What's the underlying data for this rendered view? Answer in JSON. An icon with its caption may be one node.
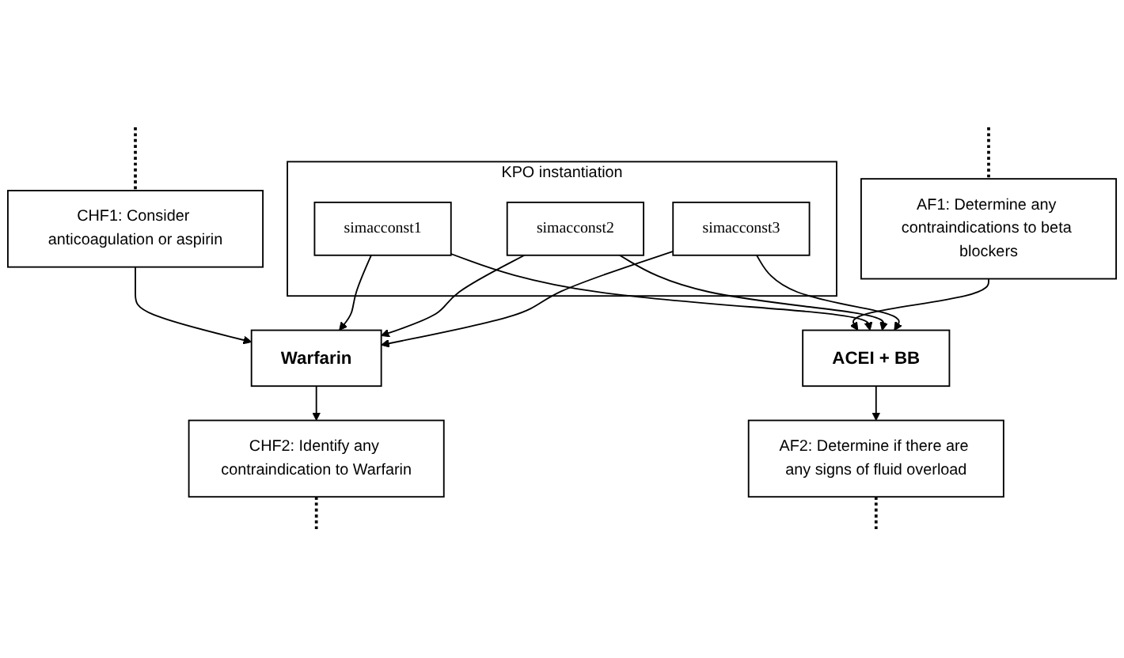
{
  "diagram": {
    "nodes": [
      {
        "text": [
          "CHF1: Consider anticoagulation or aspirin"
        ]
      },
      {
        "text": [
          "Warfarin"
        ]
      },
      {
        "text": [
          "CHF2: Identify any contraindication to Warfarin"
        ]
      },
      {
        "text": [
          "KPO instantiation"
        ]
      },
      {
        "text": [
          "simacconst1"
        ],
        "in": 3
      },
      {
        "text": [
          "simacconst2"
        ],
        "in": 3
      },
      {
        "text": [
          "simacconst3"
        ],
        "in": 3
      },
      {
        "text": [
          "AF1: Determine any contraindications to beta blockers"
        ]
      },
      {
        "text": [
          "ACEI + BB"
        ]
      },
      {
        "text": [
          "AF2: Determine if there are any signs of fluid overload"
        ]
      }
    ],
    "edges": [
      {
        "from": null,
        "to": 0,
        "arrow": "none",
        "style": "dashed"
      },
      {
        "from": 0,
        "to": 1,
        "arrow": "to"
      },
      {
        "from": 1,
        "to": 2,
        "arrow": "to"
      },
      {
        "from": 2,
        "to": null,
        "arrow": "none",
        "style": "dashed"
      },
      {
        "from": null,
        "to": 7,
        "arrow": "none",
        "style": "dashed"
      },
      {
        "from": 7,
        "to": 8,
        "arrow": "to"
      },
      {
        "from": 8,
        "to": 9,
        "arrow": "to"
      },
      {
        "from": 9,
        "to": null,
        "arrow": "none",
        "style": "dashed"
      },
      {
        "from": 4,
        "to": 1,
        "arrow": "to"
      },
      {
        "from": 5,
        "to": 1,
        "arrow": "to"
      },
      {
        "from": 6,
        "to": 1,
        "arrow": "to"
      },
      {
        "from": 4,
        "to": 8,
        "arrow": "to"
      },
      {
        "from": 5,
        "to": 8,
        "arrow": "to"
      },
      {
        "from": 6,
        "to": 8,
        "arrow": "to"
      }
    ]
  }
}
